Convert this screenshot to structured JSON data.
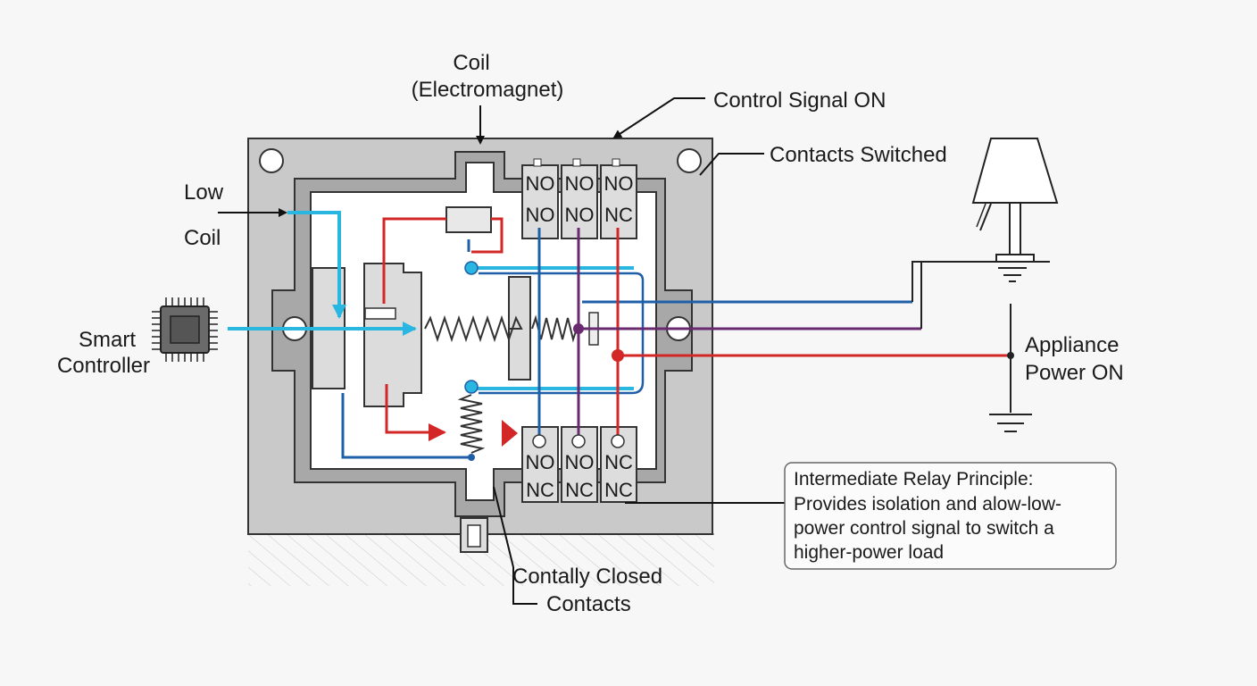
{
  "labels": {
    "coil_line1": "Coil",
    "coil_line2": "(Electromagnet)",
    "control_signal": "Control Signal ON",
    "contacts_switched": "Contacts Switched",
    "low": "Low",
    "coil_side": "Coil",
    "smart_line1": "Smart",
    "smart_line2": "Controller",
    "appliance_line1": "Appliance",
    "appliance_line2": "Power ON",
    "closed_line1": "Contally Closed",
    "closed_line2": "Contacts"
  },
  "terminals": {
    "top_row1": [
      "NO",
      "NO",
      "NO"
    ],
    "top_row2": [
      "NO",
      "NO",
      "NC"
    ],
    "bottom_row1": [
      "NO",
      "NO",
      "NC"
    ],
    "bottom_row2": [
      "NC",
      "NC",
      "NC"
    ]
  },
  "note": {
    "title": "Intermediate Relay Principle:",
    "line1": "Provides isolation and alow-low-",
    "line2": "power control signal to switch a",
    "line3": "higher-power load"
  },
  "colors": {
    "cyan": "#29b6e0",
    "blue": "#1f5fa8",
    "red": "#d32626",
    "purple": "#6a2a6e",
    "housing": "#c8c8c8",
    "inner": "#a6a6a6"
  },
  "icons": [
    "chip-icon",
    "lamp-icon",
    "ground-icon",
    "spring-icon",
    "arrow-icon"
  ]
}
